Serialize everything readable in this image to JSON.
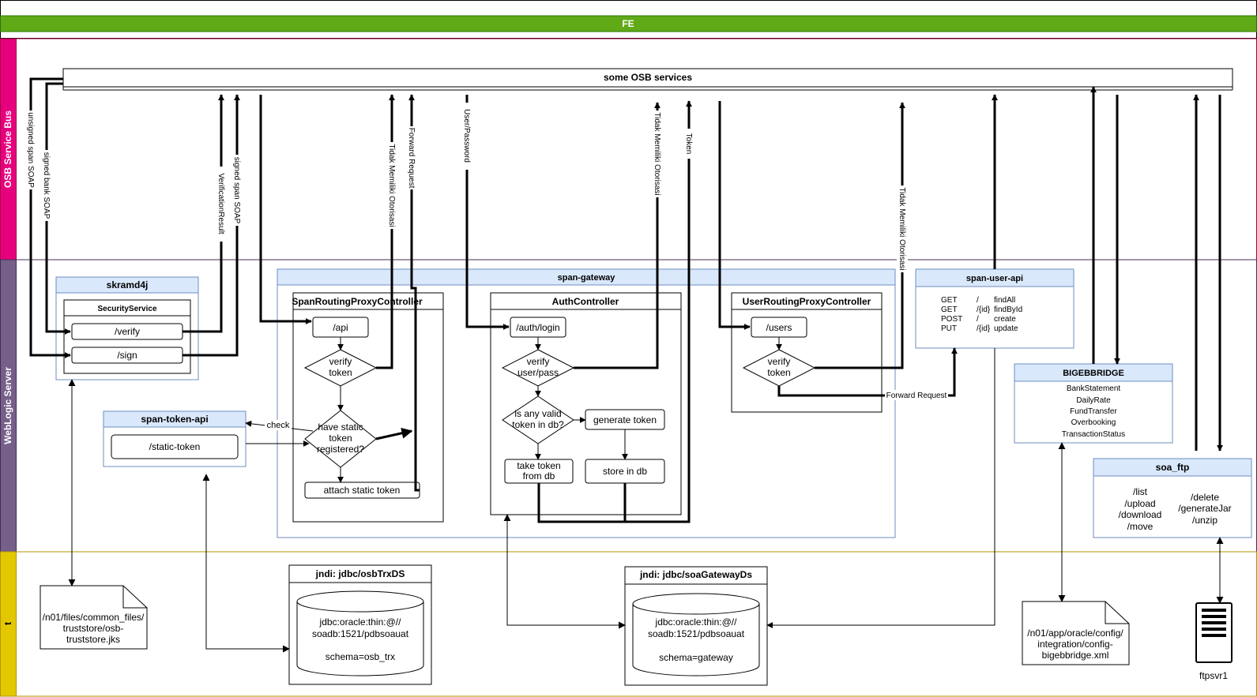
{
  "lanes": {
    "fe": "FE",
    "osb": "OSB Service Bus",
    "weblogic": "WebLogic Server",
    "bottom": "t"
  },
  "colors": {
    "fe_green": "#60A917",
    "osb_pink": "#E6007E",
    "weblogic_purple": "#76608A",
    "bottom_yellow": "#E3C800",
    "header_blue": "#DAE8FC",
    "border_blue": "#6C8EBF"
  },
  "osb_services": "some OSB services",
  "skramd4j": {
    "title": "skramd4j",
    "security_service": "SecurityService",
    "verify": "/verify",
    "sign": "/sign"
  },
  "span_token_api": {
    "title": "span-token-api",
    "static_token": "/static-token"
  },
  "span_gateway": {
    "title": "span-gateway",
    "span_routing": {
      "title": "SpanRoutingProxyController",
      "api": "/api",
      "verify_token_1": "verify",
      "verify_token_2": "token",
      "have_static_1": "have static",
      "have_static_2": "token",
      "have_static_3": "registered?",
      "attach": "attach static token"
    },
    "auth": {
      "title": "AuthController",
      "login": "/auth/login",
      "verify_user_1": "verify",
      "verify_user_2": "user/pass",
      "valid_token_1": "is any valid",
      "valid_token_2": "token in db?",
      "generate": "generate token",
      "take_token_1": "take token",
      "take_token_2": "from db",
      "store": "store in db"
    },
    "user_routing": {
      "title": "UserRoutingProxyController",
      "users": "/users",
      "verify_1": "verify",
      "verify_2": "token"
    }
  },
  "span_user_api": {
    "title": "span-user-api",
    "endpoints": [
      {
        "method": "GET",
        "path": "/",
        "op": "findAll"
      },
      {
        "method": "GET",
        "path": "/{id}",
        "op": "findById"
      },
      {
        "method": "POST",
        "path": "/",
        "op": "create"
      },
      {
        "method": "PUT",
        "path": "/{id}",
        "op": "update"
      }
    ]
  },
  "bigebbridge": {
    "title": "BIGEBBRIDGE",
    "items": [
      "BankStatement",
      "DailyRate",
      "FundTransfer",
      "Overbooking",
      "TransactionStatus"
    ]
  },
  "soa_ftp": {
    "title": "soa_ftp",
    "left_ops": [
      "/list",
      "/upload",
      "/download",
      "/move"
    ],
    "right_ops": [
      "/delete",
      "/generateJar",
      "/unzip"
    ]
  },
  "ds_osb": {
    "title": "jndi: jdbc/osbTrxDS",
    "line1": "jdbc:oracle:thin:@//",
    "line2": "soadb:1521/pdbsoauat",
    "line3": "schema=osb_trx"
  },
  "ds_gateway": {
    "title": "jndi: jdbc/soaGatewayDs",
    "line1": "jdbc:oracle:thin:@//",
    "line2": "soadb:1521/pdbsoauat",
    "line3": "schema=gateway"
  },
  "files": {
    "truststore_1": "/n01/files/common_files/",
    "truststore_2": "truststore/osb-",
    "truststore_3": "truststore.jks",
    "bigeb_1": "/n01/app/oracle/config/",
    "bigeb_2": "integration/config-",
    "bigeb_3": "bigebbridge.xml"
  },
  "ftp_server": "ftpsvr1",
  "labels": {
    "unsigned_span": "unsigned span SOAP",
    "signed_bank": "signed bank SOAP",
    "verification_result": "VerificationResult",
    "signed_span": "signed span SOAP",
    "tidak_1": "Tidak Memiliki Otorisasi",
    "forward_1": "Forward Request",
    "user_password": "User/Password",
    "tidak_2": "Tidak Memiliki Otorisasi",
    "token": "Token",
    "tidak_3": "Tidak Memiliki Otorisasi",
    "forward_2": "Forward Request",
    "check": "check"
  }
}
